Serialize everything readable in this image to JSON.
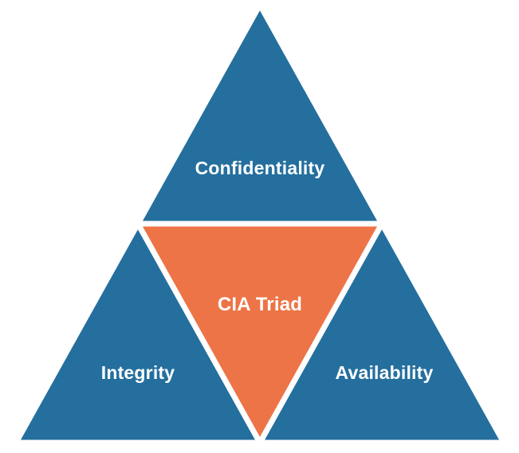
{
  "diagram": {
    "title": "CIA Triad",
    "colors": {
      "blue": "#246F9E",
      "orange": "#ED7446",
      "gap": "#FFFFFF",
      "text": "#FFFFFF"
    },
    "nodes": {
      "top": {
        "label": "Confidentiality"
      },
      "left": {
        "label": "Integrity"
      },
      "right": {
        "label": "Availability"
      },
      "center": {
        "label": "CIA Triad"
      }
    }
  }
}
